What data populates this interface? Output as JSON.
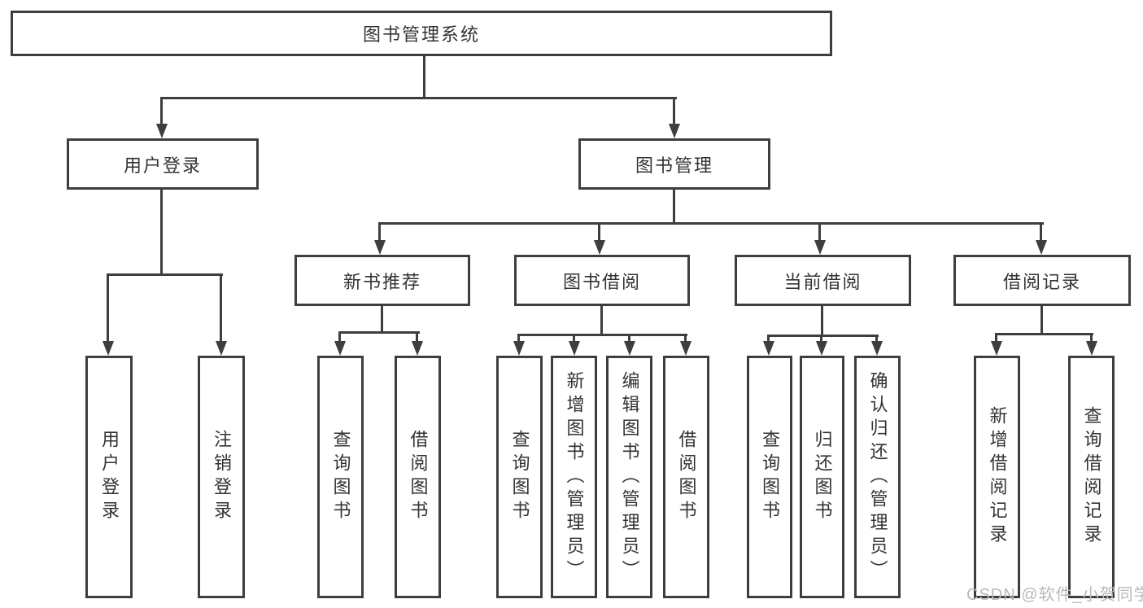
{
  "diagram": {
    "root": {
      "label": "图书管理系统"
    },
    "level2": [
      {
        "label": "用户登录"
      },
      {
        "label": "图书管理"
      }
    ],
    "level3": [
      {
        "label": "新书推荐"
      },
      {
        "label": "图书借阅"
      },
      {
        "label": "当前借阅"
      },
      {
        "label": "借阅记录"
      }
    ],
    "leaves": [
      {
        "label": "用户登录"
      },
      {
        "label": "注销登录"
      },
      {
        "label": "查询图书"
      },
      {
        "label": "借阅图书"
      },
      {
        "label": "查询图书"
      },
      {
        "label": "新增图书（管理员）"
      },
      {
        "label": "编辑图书（管理员）"
      },
      {
        "label": "借阅图书"
      },
      {
        "label": "查询图书"
      },
      {
        "label": "归还图书"
      },
      {
        "label": "确认归还（管理员）"
      },
      {
        "label": "新增借阅记录"
      },
      {
        "label": "查询借阅记录"
      }
    ],
    "watermark": "CSDN @软件_小贺同学",
    "colors": {
      "line": "#3e3e3e",
      "text": "#333336",
      "watermark": "#b9b9b9",
      "background": "#ffffff"
    }
  }
}
